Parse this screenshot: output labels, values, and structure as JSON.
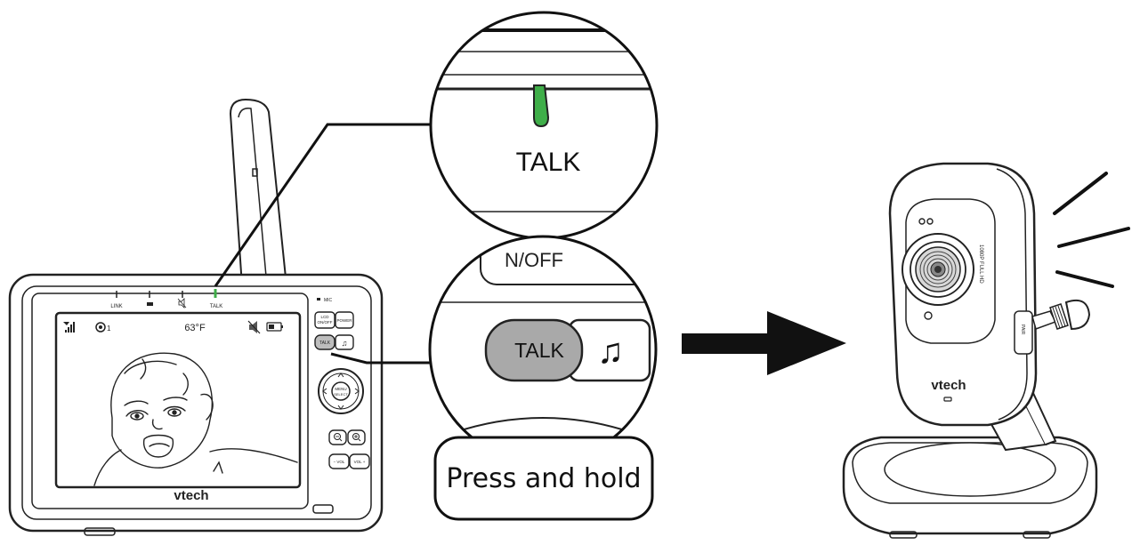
{
  "parent_unit": {
    "indicators": {
      "link": "LINK",
      "talk": "TALK",
      "mic": "MIC"
    },
    "screen": {
      "temperature": "63°F"
    },
    "buttons": {
      "lcd_onoff_line1": "LCD",
      "lcd_onoff_line2": "ON/OFF",
      "power": "POWER",
      "talk": "TALK",
      "menu_line1": "MENU",
      "menu_line2": "SELECT",
      "vol_minus": "− VOL",
      "vol_plus": "VOL +"
    },
    "brand": "vtech"
  },
  "zoom_talk_led": {
    "label": "TALK",
    "led_color": "#3fae49"
  },
  "zoom_talk_button": {
    "partial_label_above": "N/OFF",
    "talk_label": "TALK",
    "music_icon": "music-note-icon",
    "button_fill": "#a9a9a9"
  },
  "instruction": {
    "text": "Press and hold"
  },
  "baby_unit": {
    "brand": "vtech",
    "lens_label": "1080P FULL HD",
    "pair_label": "PAIR"
  }
}
